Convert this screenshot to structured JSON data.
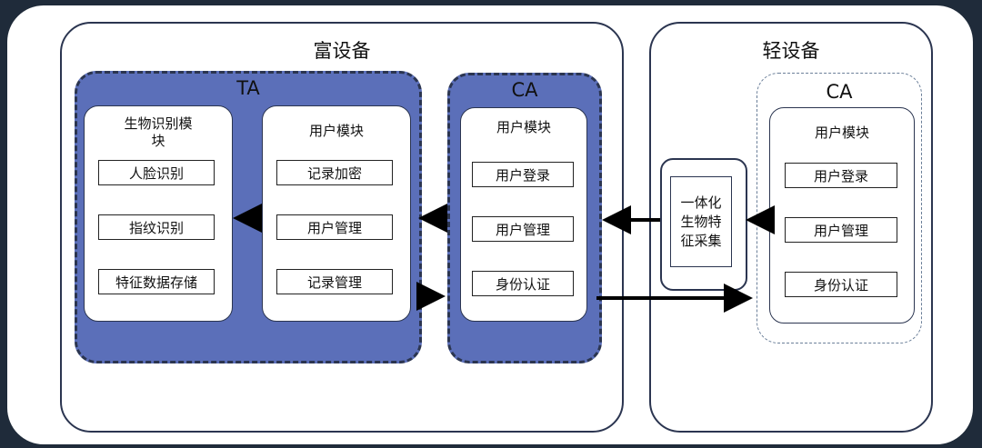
{
  "rich_device": {
    "title": "富设备",
    "ta": {
      "title": "TA",
      "biometric_module": {
        "title": "生物识别模块",
        "items": [
          "人脸识别",
          "指纹识别",
          "特征数据存储"
        ]
      },
      "user_module": {
        "title": "用户模块",
        "items": [
          "记录加密",
          "用户管理",
          "记录管理"
        ]
      }
    },
    "ca": {
      "title": "CA",
      "user_module": {
        "title": "用户模块",
        "items": [
          "用户登录",
          "用户管理",
          "身份认证"
        ]
      }
    }
  },
  "light_device": {
    "title": "轻设备",
    "collector": {
      "label": "一体化生物特征采集"
    },
    "ca": {
      "title": "CA",
      "user_module": {
        "title": "用户模块",
        "items": [
          "用户登录",
          "用户管理",
          "身份认证"
        ]
      }
    }
  },
  "colors": {
    "blue_fill": "#5b6fb9",
    "border": "#2b3550",
    "background": "#1f2b3a"
  }
}
